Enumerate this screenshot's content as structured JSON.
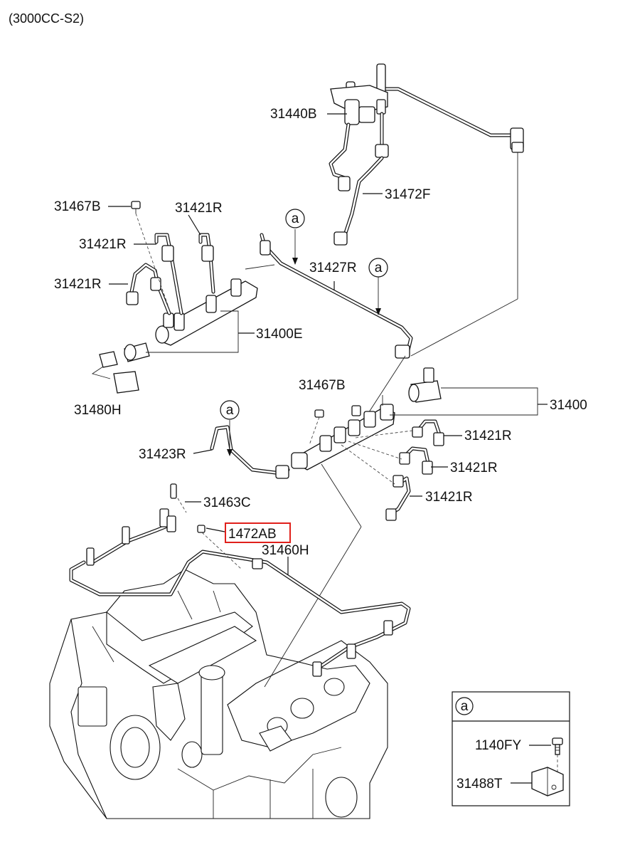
{
  "header": {
    "code": "(3000CC-S2)"
  },
  "callouts": {
    "p31440B": "31440B",
    "p31472F": "31472F",
    "p31467B_top": "31467B",
    "p31421R_top": "31421R",
    "p31421R_mid": "31421R",
    "p31421R_left": "31421R",
    "p31427R": "31427R",
    "p31400E": "31400E",
    "p31480H": "31480H",
    "p31467B_right": "31467B",
    "p31400": "31400",
    "p31421R_r1": "31421R",
    "p31421R_r2": "31421R",
    "p31421R_r3": "31421R",
    "p31423R": "31423R",
    "p31463C": "31463C",
    "p1472AB": "1472AB",
    "p31460H": "31460H"
  },
  "refs": {
    "a1": "a",
    "a2": "a",
    "a3": "a"
  },
  "detail": {
    "ref": "a",
    "p1140FY": "1140FY",
    "p31488T": "31488T"
  },
  "colors": {
    "highlight": "#e0201b",
    "line": "#111111"
  }
}
